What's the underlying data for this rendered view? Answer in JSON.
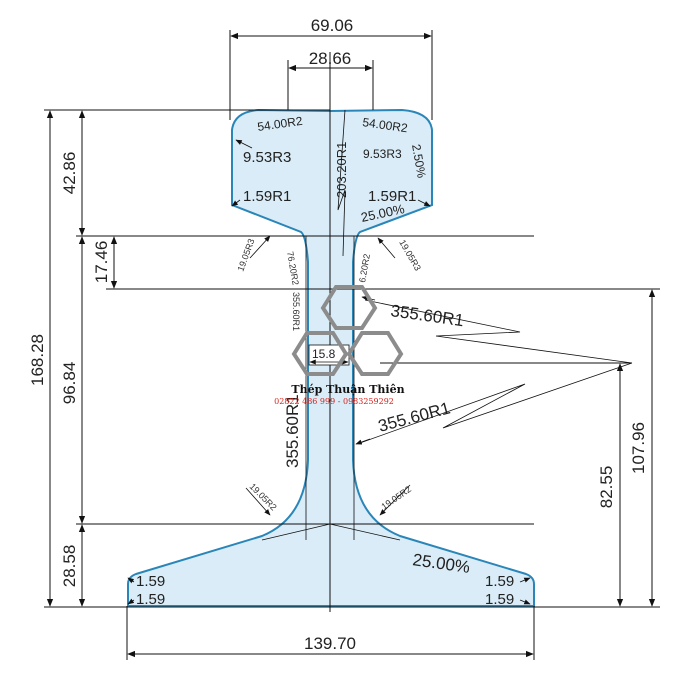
{
  "dimensions": {
    "top_width": "69.06",
    "inner_top_width": "28.66",
    "height_total": "168.28",
    "head_height": "42.86",
    "neck_height": "17.46",
    "web_height": "96.84",
    "base_height": "28.58",
    "base_width": "139.70",
    "height_to_center": "82.55",
    "height_to_neck": "107.96",
    "web_thickness": "15.8"
  },
  "radii": {
    "head_top_left": "54.00R2",
    "head_top_right": "54.00R2",
    "head_corner_left": "9.53R3",
    "head_corner_right": "9.53R3",
    "crown": "203.20R1",
    "head_slope": "2.50%",
    "head_bottom_left": "1.59R1",
    "head_bottom_right": "1.59R1",
    "head_underside_slope": "25.00%",
    "neck_left": "19.05R3",
    "neck_right": "19.05R3",
    "web_upper_left": "76.20R2",
    "web_upper_right": "6.20R2",
    "web_left_inner": "355.60R1",
    "web_callout_upper": "355.60R1",
    "web_callout_lower": "355.60R1",
    "web_left": "355.60R1",
    "fillet_left": "19.05R2",
    "fillet_right": "19.05R2",
    "base_slope": "25.00%",
    "base_edge_left_top": "1.59",
    "base_edge_left_bottom": "1.59",
    "base_edge_right_top": "1.59",
    "base_edge_right_bottom": "1.59"
  },
  "watermark": {
    "company": "Thép Thuận Thiên",
    "phones": "02822 486 999 - 0983259292"
  },
  "colors": {
    "profile_fill": "#d9ecf7",
    "profile_stroke": "#2a86b8",
    "logo_gray": "#8c8c8c",
    "phone_red": "#d8231c"
  }
}
